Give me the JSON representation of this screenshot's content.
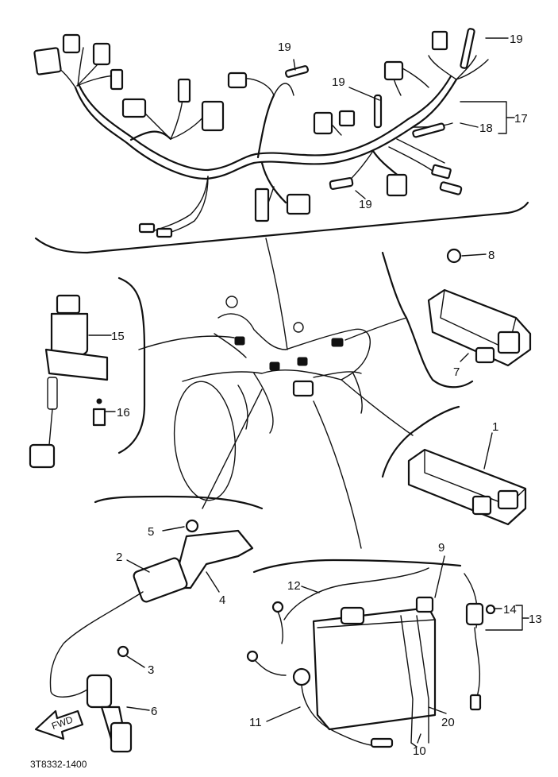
{
  "diagram": {
    "code": "3T8332-1400",
    "fwd_label": "FWD",
    "callouts": {
      "c1": "1",
      "c2": "2",
      "c3": "3",
      "c4": "4",
      "c5": "5",
      "c6": "6",
      "c7": "7",
      "c8": "8",
      "c9": "9",
      "c10": "10",
      "c11": "11",
      "c12": "12",
      "c13": "13",
      "c14": "14",
      "c15": "15",
      "c16": "16",
      "c17": "17",
      "c18": "18",
      "c19a": "19",
      "c19b": "19",
      "c19c": "19",
      "c20": "20"
    }
  }
}
